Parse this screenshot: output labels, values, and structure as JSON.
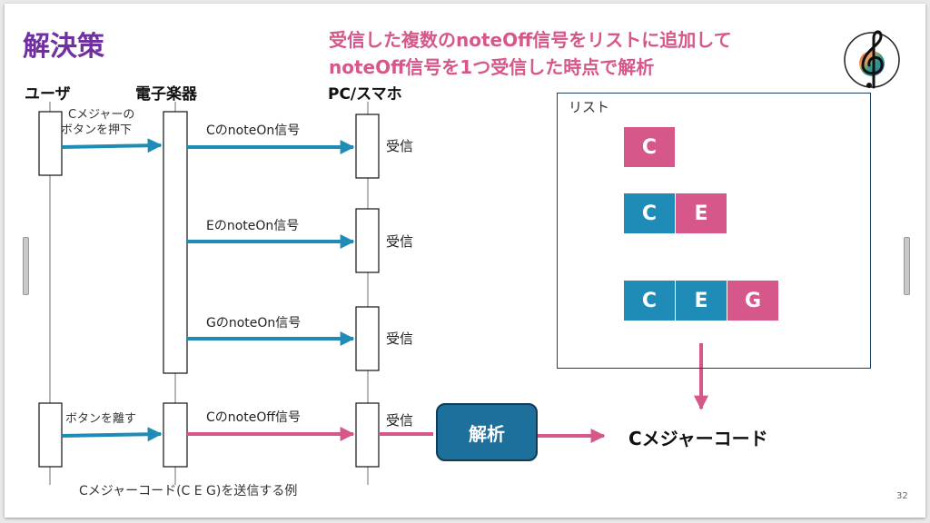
{
  "slide": {
    "title": "解決策",
    "subtitle_line1": "受信した複数のnoteOff信号をリストに追加して",
    "subtitle_line2": "noteOff信号を1つ受信した時点で解析",
    "page_number": "32",
    "caption": "Cメジャーコード(C E G)を送信する例"
  },
  "actors": {
    "user": "ユーザ",
    "instrument": "電子楽器",
    "pc": "PC/スマホ"
  },
  "events": {
    "press_line1": "Cメジャーの",
    "press_line2": "ボタンを押下",
    "release": "ボタンを離す"
  },
  "messages": {
    "c_on": "CのnoteOn信号",
    "e_on": "EのnoteOn信号",
    "g_on": "GのnoteOn信号",
    "c_off": "CのnoteOff信号",
    "received": "受信"
  },
  "list": {
    "label": "リスト",
    "row1": [
      "C"
    ],
    "row2": [
      "C",
      "E"
    ],
    "row3": [
      "C",
      "E",
      "G"
    ]
  },
  "analysis": {
    "button": "解析",
    "result": "Cメジャーコード"
  },
  "colors": {
    "accent_blue": "#1f8cb8",
    "accent_pink": "#d6578a",
    "title_purple": "#7030a0"
  }
}
